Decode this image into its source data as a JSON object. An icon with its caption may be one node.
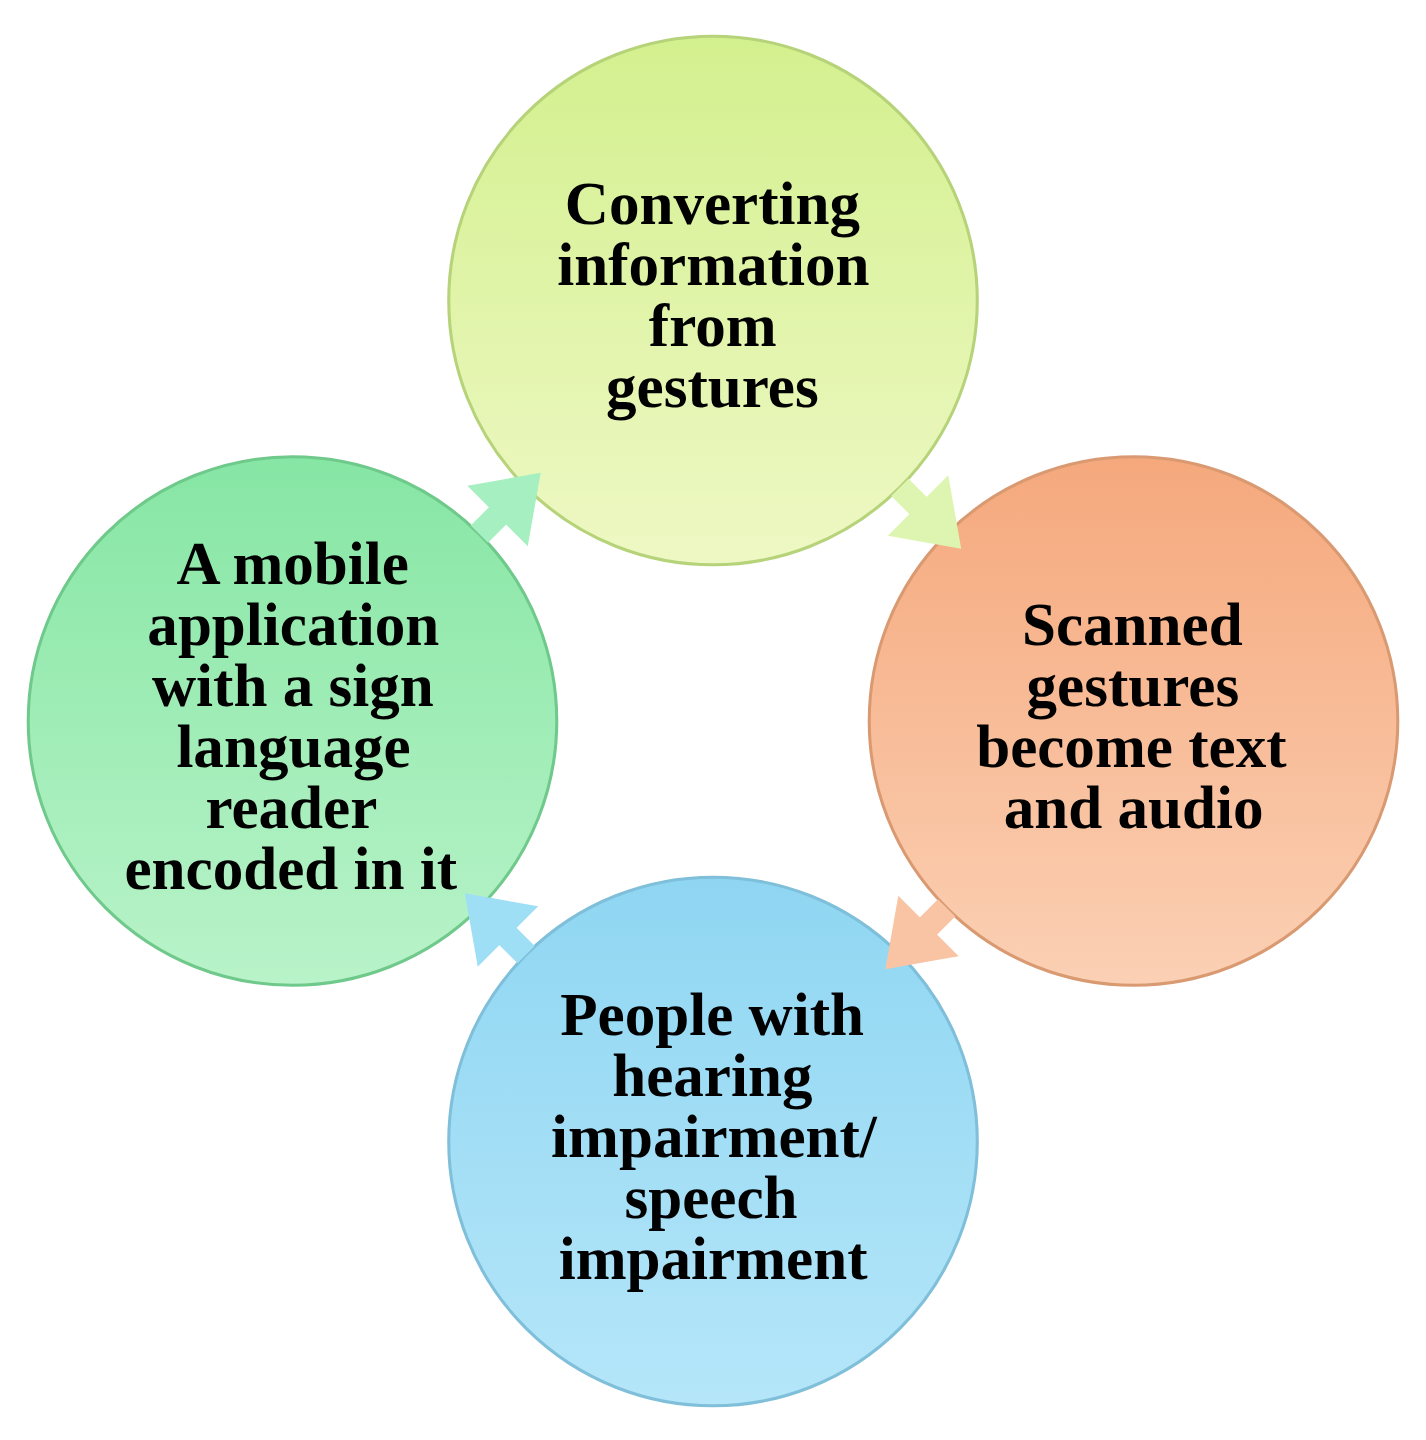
{
  "diagram": {
    "nodes": [
      {
        "text": [
          "People with hearing impairment/ speech impairment"
        ]
      },
      {
        "text": [
          "A mobile application with a sign language reader encoded in it"
        ]
      },
      {
        "text": [
          "Converting information from gestures"
        ]
      },
      {
        "text": [
          "Scanned gestures become text and audio"
        ]
      }
    ],
    "edges": [
      {
        "from": 0,
        "to": 1,
        "arrow": "to",
        "color": "#9fdff5"
      },
      {
        "from": 1,
        "to": 2,
        "arrow": "to",
        "color": "#a6efc0"
      },
      {
        "from": 2,
        "to": 3,
        "arrow": "to",
        "color": "#ddf5b0"
      },
      {
        "from": 3,
        "to": 0,
        "arrow": "to",
        "color": "#f8c4a4"
      }
    ]
  }
}
